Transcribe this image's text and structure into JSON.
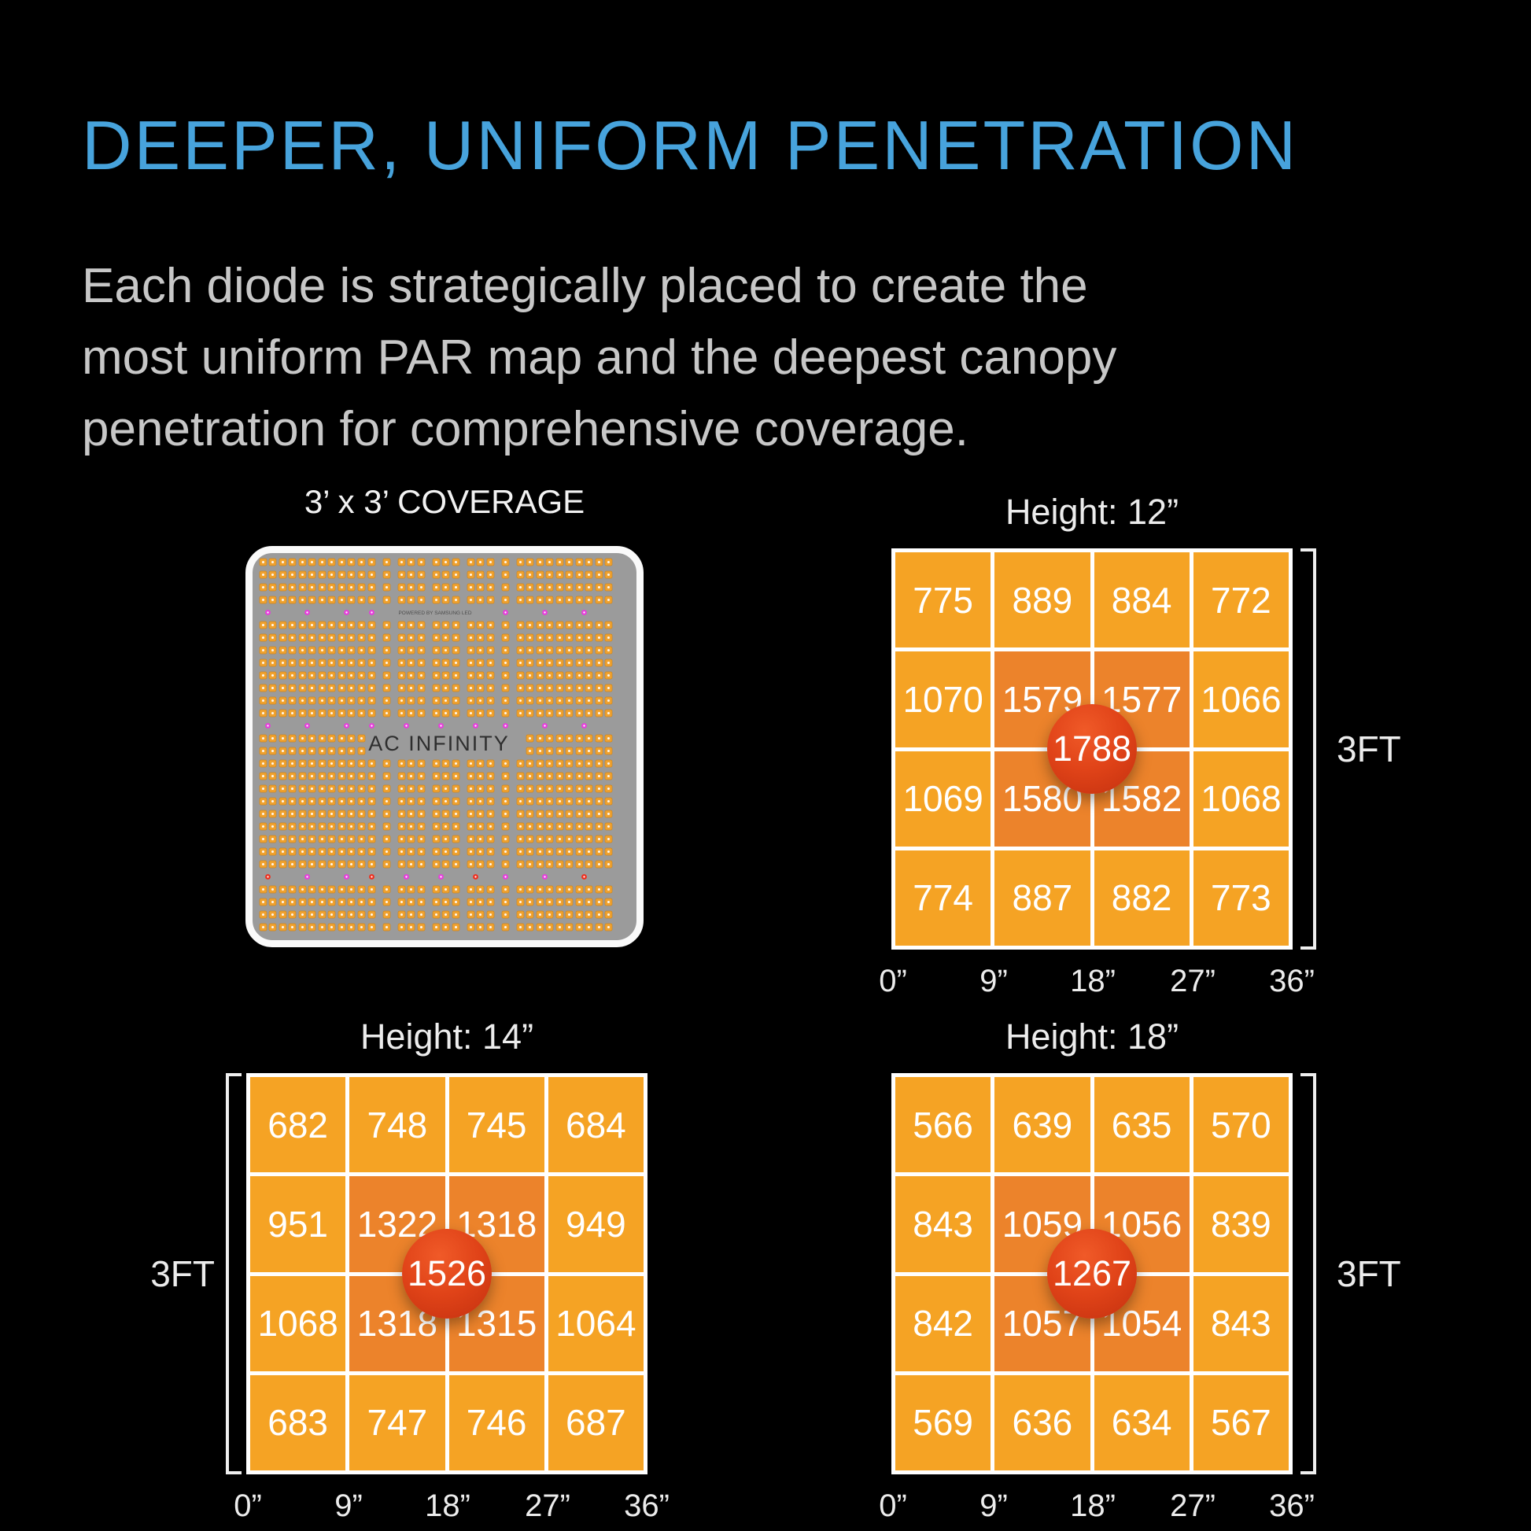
{
  "page": {
    "background": "#000000"
  },
  "header": {
    "title": "DEEPER, UNIFORM PENETRATION",
    "title_color": "#47A3DC",
    "description_lines": [
      "Each diode is strategically placed to create the",
      "most uniform PAR map and the deepest canopy",
      "penetration for comprehensive coverage."
    ],
    "description_color": "#C7C7C7"
  },
  "board": {
    "label": "3’ x 3’ COVERAGE",
    "brand": "AC INFINITY",
    "subtext": "POWERED BY SAMSUNG LED",
    "body_color": "#9B9B9B",
    "border_color": "#FAFAFA",
    "diode_color": "#F0A22F",
    "diode_edge_color": "#CE851C",
    "dot_magenta": "#E83BDD",
    "dot_red": "#EE2D1C",
    "brand_color": "#2E2E2E"
  },
  "colors": {
    "cell": "#F5A324",
    "cell_inner": "#EC832B",
    "grid_line": "#FFFFFF",
    "circle_highlight": "#F05A28",
    "circle_mid": "#E04318",
    "circle_edge": "#C3300F",
    "value_text": "#FFFFFF",
    "label_text": "#ECECEC"
  },
  "chart_data": [
    {
      "type": "heatmap",
      "title": "Height: 12”",
      "center_value": "1788",
      "values": [
        [
          775,
          889,
          884,
          772
        ],
        [
          1070,
          1579,
          1577,
          1066
        ],
        [
          1069,
          1580,
          1582,
          1068
        ],
        [
          774,
          887,
          882,
          773
        ]
      ],
      "x_ticks": [
        "0”",
        "9”",
        "18”",
        "27”",
        "36”"
      ],
      "side_label": "3FT",
      "bracket_side": "right",
      "xlabel": "",
      "ylabel": ""
    },
    {
      "type": "heatmap",
      "title": "Height: 14”",
      "center_value": "1526",
      "values": [
        [
          682,
          748,
          745,
          684
        ],
        [
          951,
          1322,
          1318,
          949
        ],
        [
          1068,
          1318,
          1315,
          1064
        ],
        [
          683,
          747,
          746,
          687
        ]
      ],
      "x_ticks": [
        "0”",
        "9”",
        "18”",
        "27”",
        "36”"
      ],
      "side_label": "3FT",
      "bracket_side": "left",
      "xlabel": "",
      "ylabel": ""
    },
    {
      "type": "heatmap",
      "title": "Height: 18”",
      "center_value": "1267",
      "values": [
        [
          566,
          639,
          635,
          570
        ],
        [
          843,
          1059,
          1056,
          839
        ],
        [
          842,
          1057,
          1054,
          843
        ],
        [
          569,
          636,
          634,
          567
        ]
      ],
      "x_ticks": [
        "0”",
        "9”",
        "18”",
        "27”",
        "36”"
      ],
      "side_label": "3FT",
      "bracket_side": "right",
      "xlabel": "",
      "ylabel": ""
    }
  ]
}
